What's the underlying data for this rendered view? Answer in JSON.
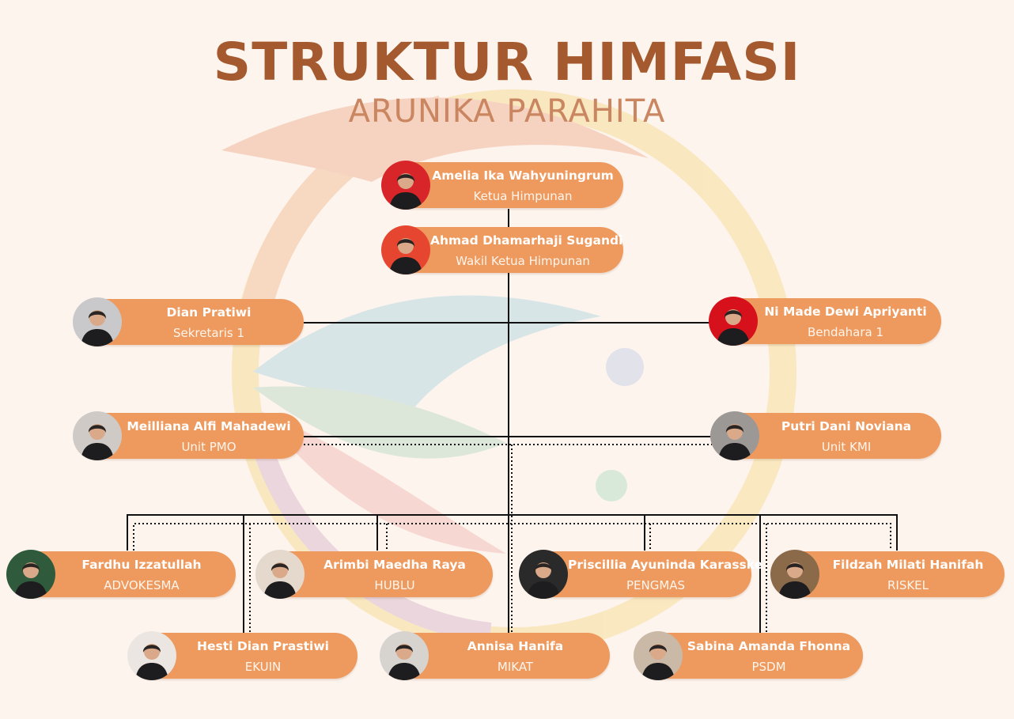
{
  "title": "STRUKTUR HIMFASI",
  "subtitle": "ARUNIKA PARAHITA",
  "colors": {
    "card": "#ee9a5e",
    "title": "#a45a2e",
    "subtitle": "#c98660",
    "background": "#fdf4ee"
  },
  "members": [
    {
      "name": "Amelia Ika Wahyuningrum",
      "role": "Ketua Himpunan",
      "avatar_bg": "#d8252a"
    },
    {
      "name": "Ahmad Dhamarhaji Sugandi",
      "role": "Wakil Ketua Himpunan",
      "avatar_bg": "#e6452f"
    },
    {
      "name": "Dian Pratiwi",
      "role": "Sekretaris 1",
      "avatar_bg": "#c9c9cc"
    },
    {
      "name": "Ni Made Dewi Apriyanti",
      "role": "Bendahara 1",
      "avatar_bg": "#d6111c"
    },
    {
      "name": "Meilliana Alfi Mahadewi",
      "role": "Unit PMO",
      "avatar_bg": "#cfcac6"
    },
    {
      "name": "Putri Dani Noviana",
      "role": "Unit KMI",
      "avatar_bg": "#9b9896"
    },
    {
      "name": "Fardhu Izzatullah",
      "role": "ADVOKESMA",
      "avatar_bg": "#2f5a3c"
    },
    {
      "name": "Arimbi Maedha Raya",
      "role": "HUBLU",
      "avatar_bg": "#e5d9ce"
    },
    {
      "name": "Priscillia Ayuninda Karasske",
      "role": "PENGMAS",
      "avatar_bg": "#2a2a2a"
    },
    {
      "name": "Fildzah Milati Hanifah",
      "role": "RISKEL",
      "avatar_bg": "#8b6a4a"
    },
    {
      "name": "Hesti Dian Prastiwi",
      "role": "EKUIN",
      "avatar_bg": "#ece6e2"
    },
    {
      "name": "Annisa Hanifa",
      "role": "MIKAT",
      "avatar_bg": "#d7d3cf"
    },
    {
      "name": "Sabina Amanda Fhonna",
      "role": "PSDM",
      "avatar_bg": "#c9b9a6"
    }
  ]
}
